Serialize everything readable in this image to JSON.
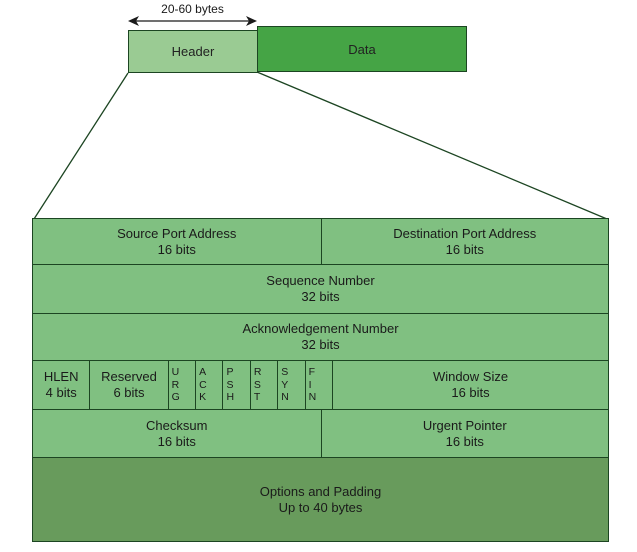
{
  "diagram": {
    "size_arrow_label": "20-60 bytes",
    "header_box_label": "Header",
    "data_box_label": "Data"
  },
  "tcp_header": {
    "source_port": {
      "name": "Source Port Address",
      "size": "16 bits"
    },
    "destination_port": {
      "name": "Destination Port Address",
      "size": "16 bits"
    },
    "sequence_number": {
      "name": "Sequence Number",
      "size": "32 bits"
    },
    "acknowledgement_number": {
      "name": "Acknowledgement Number",
      "size": "32 bits"
    },
    "hlen": {
      "name": "HLEN",
      "size": "4 bits"
    },
    "reserved": {
      "name": "Reserved",
      "size": "6 bits"
    },
    "flags": [
      "URG",
      "ACK",
      "PSH",
      "RST",
      "SYN",
      "FIN"
    ],
    "window_size": {
      "name": "Window Size",
      "size": "16 bits"
    },
    "checksum": {
      "name": "Checksum",
      "size": "16 bits"
    },
    "urgent_pointer": {
      "name": "Urgent Pointer",
      "size": "16 bits"
    },
    "options": {
      "name": "Options and Padding",
      "size": "Up to 40 bytes"
    }
  },
  "colors": {
    "header_fill": "#9acb93",
    "data_fill": "#45a445",
    "row_fill": "#80c081",
    "options_fill": "#689b5c",
    "stroke": "#1c4522",
    "arrow": "#1a1a1a"
  }
}
